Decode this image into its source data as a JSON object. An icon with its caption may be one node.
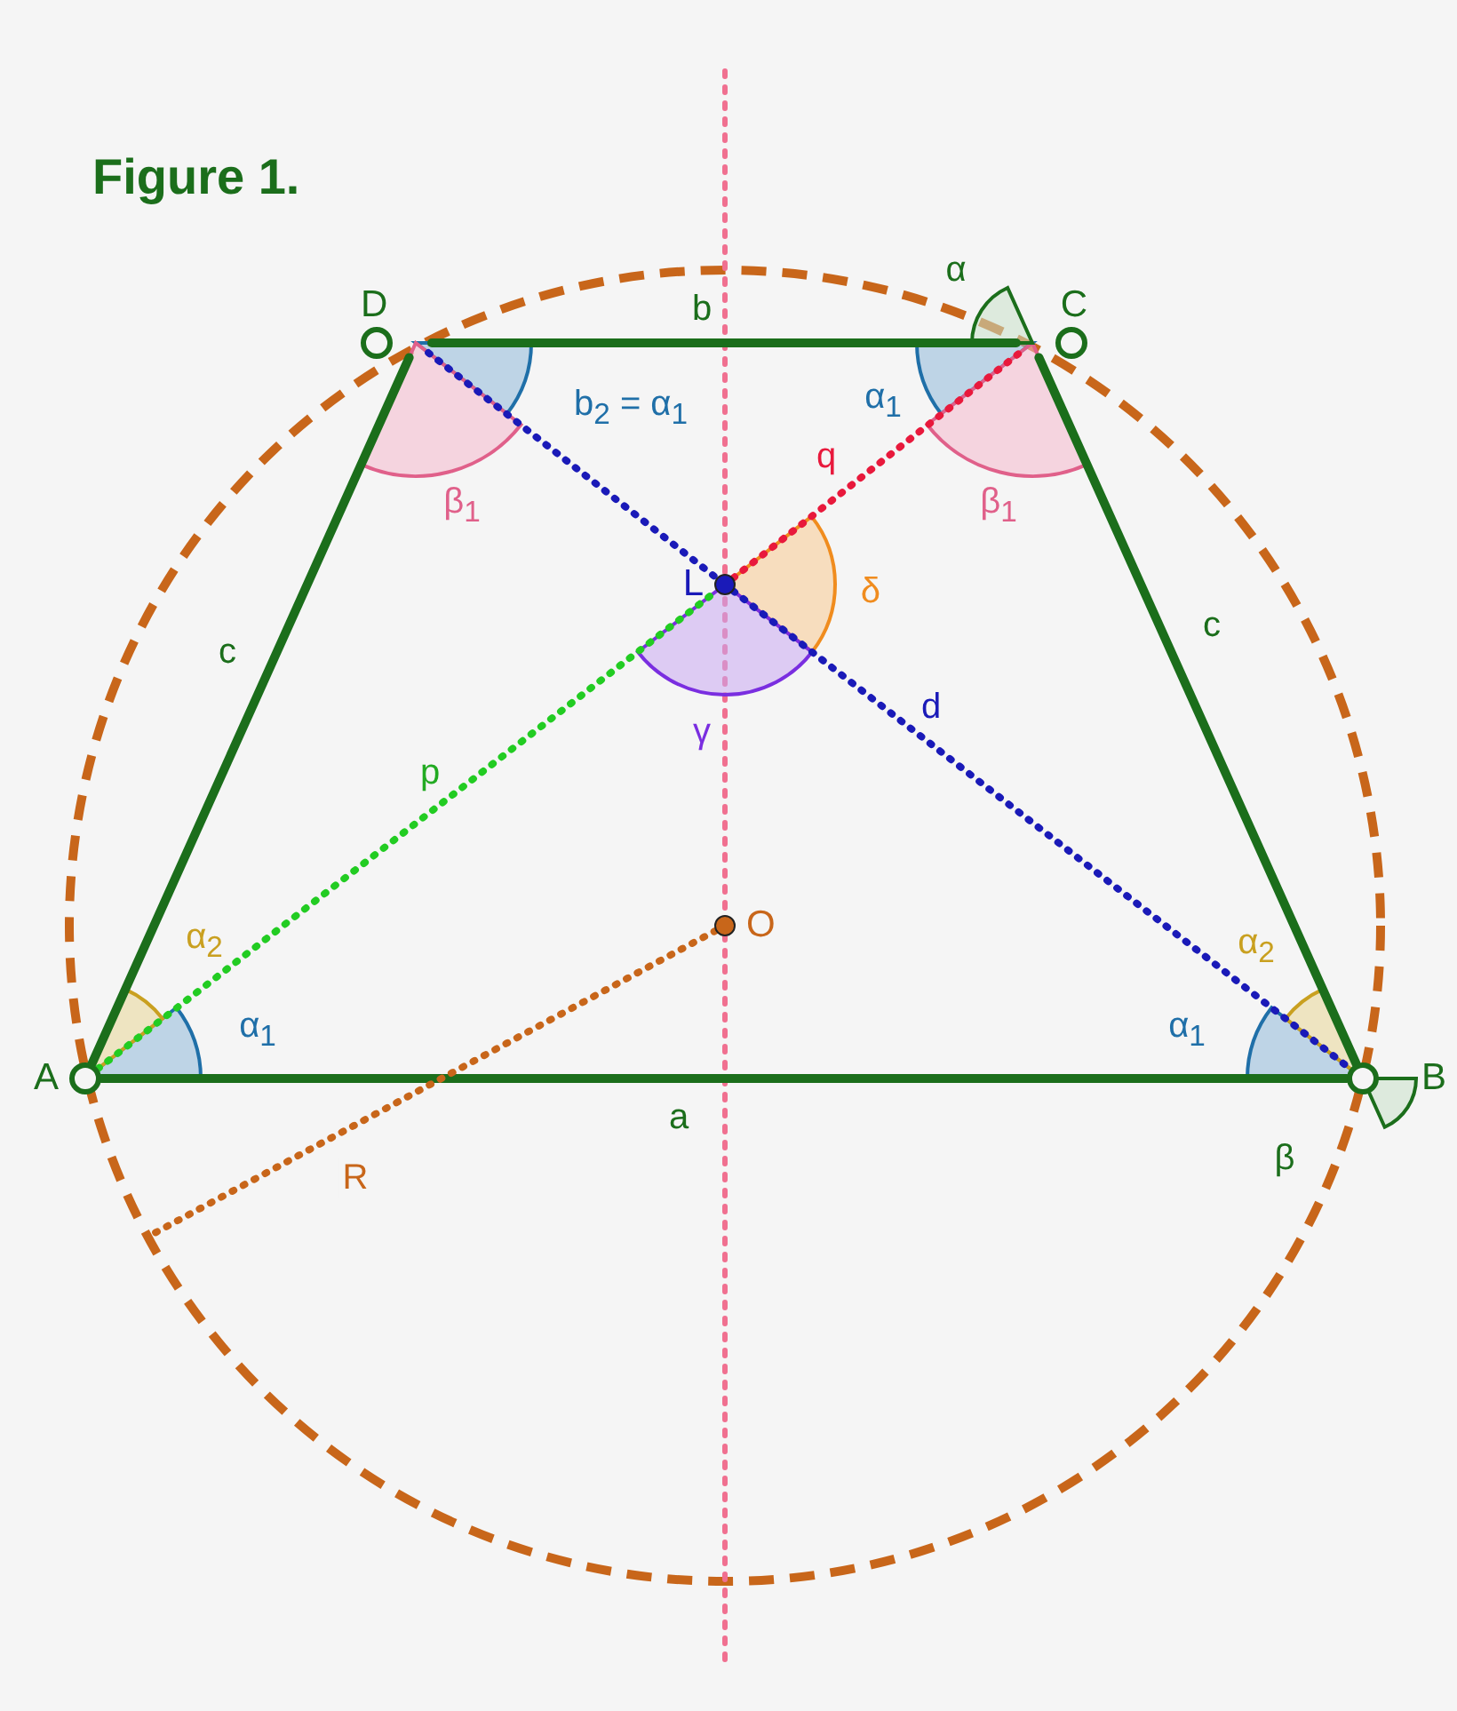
{
  "diagram": {
    "title": "Figure 1.",
    "nodes": [
      {
        "text": [
          "A"
        ]
      },
      {
        "text": [
          "B"
        ]
      },
      {
        "text": [
          "C"
        ]
      },
      {
        "text": [
          "D"
        ]
      },
      {
        "text": [
          "L"
        ]
      },
      {
        "text": [
          "O"
        ]
      }
    ],
    "edges": [
      {
        "from": 0,
        "to": 1,
        "arrow": "none",
        "label": "a"
      },
      {
        "from": 3,
        "to": 2,
        "arrow": "none",
        "label": "b"
      },
      {
        "from": 0,
        "to": 3,
        "arrow": "none",
        "label": "c"
      },
      {
        "from": 1,
        "to": 2,
        "arrow": "none",
        "label": "c"
      },
      {
        "from": 0,
        "to": 4,
        "arrow": "none",
        "label": "p",
        "style": "dashed",
        "color": "#22cc22"
      },
      {
        "from": 4,
        "to": 2,
        "arrow": "none",
        "label": "q",
        "style": "dashed",
        "color": "#e8193c"
      },
      {
        "from": 3,
        "to": 4,
        "arrow": "none",
        "style": "dashed",
        "color": "#1a1ab8"
      },
      {
        "from": 4,
        "to": 1,
        "arrow": "none",
        "label": "d",
        "style": "dashed",
        "color": "#1a1ab8"
      },
      {
        "from": 5,
        "to": null,
        "arrow": "none",
        "label": "R",
        "style": "dashed",
        "color": "#c8661a"
      }
    ],
    "labels": [
      "α",
      "b$_{2}$ = α$_{1}$",
      "α$_{1}$",
      "β$_{1}$",
      "β$_{1}$",
      "δ",
      "γ",
      "α$_{2}$",
      "α$_{1}$",
      "α$_{2}$",
      "α$_{1}$",
      "β"
    ]
  }
}
